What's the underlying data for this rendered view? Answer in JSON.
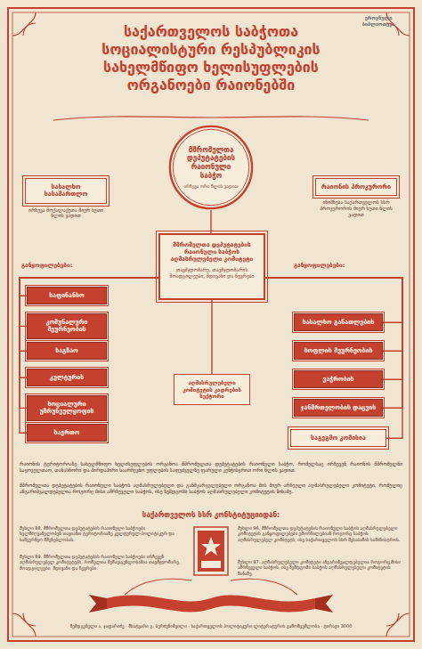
{
  "diagram": {
    "title": "საქართველოს საბჭოთა სოციალისტური რესპუბლიკის სახელმწიფო ხელისუფლების ორგანოები რაიონებში",
    "nodes": [
      {
        "text": [
          "სახალხო სასამართლო",
          "ირჩევა მოქალაქეთა მიერ ხუთი წლის ვადით"
        ]
      },
      {
        "text": [
          "მშრომელთა დეპუტატების რაიონული საბჭო",
          "ირჩევა ორი წლის ვადით"
        ]
      },
      {
        "text": [
          "რაიონის პროკურორი",
          "ინიშნება საქართველოს სსრ პროკურორის მიერ ხუთი წლის ვადით"
        ]
      },
      {
        "text": [
          "მშრომელთა დეპუტატების რაიონული საბჭოს აღმასრულებელი კომიტეტი",
          "თავმჯდომარე, თავმჯდომარის მოადგილეები, მდივანი და წევრები"
        ]
      },
      {
        "text": [
          "საფინანსო"
        ]
      },
      {
        "text": [
          "კომუნალური მეურნეობის"
        ]
      },
      {
        "text": [
          "საგზაო"
        ]
      },
      {
        "text": [
          "კულტურის"
        ]
      },
      {
        "text": [
          "სოციალური უზრუნველყოფის"
        ]
      },
      {
        "text": [
          "საერთო"
        ]
      },
      {
        "text": [
          "აღმასრულებელი კომიტეტის კადრების სექტორი"
        ]
      },
      {
        "text": [
          "სახალხო განათლების"
        ]
      },
      {
        "text": [
          "სოფლის მეურნეობის"
        ]
      },
      {
        "text": [
          "ვაჭრობის"
        ]
      },
      {
        "text": [
          "ჯანმრთელობის დაცვის"
        ]
      },
      {
        "text": [
          "საგეგმო კომისია"
        ]
      }
    ],
    "edges": [
      {
        "from": 1,
        "to": 3,
        "arrow": "none"
      },
      {
        "from": 3,
        "to": 4,
        "arrow": "none"
      },
      {
        "from": 3,
        "to": 5,
        "arrow": "none"
      },
      {
        "from": 3,
        "to": 6,
        "arrow": "none"
      },
      {
        "from": 3,
        "to": 7,
        "arrow": "none"
      },
      {
        "from": 3,
        "to": 8,
        "arrow": "none"
      },
      {
        "from": 3,
        "to": 9,
        "arrow": "none"
      },
      {
        "from": 3,
        "to": 10,
        "arrow": "none"
      },
      {
        "from": 3,
        "to": 11,
        "arrow": "none"
      },
      {
        "from": 3,
        "to": 12,
        "arrow": "none"
      },
      {
        "from": 3,
        "to": 13,
        "arrow": "none"
      },
      {
        "from": 3,
        "to": 14,
        "arrow": "none"
      },
      {
        "from": 3,
        "to": 15,
        "arrow": "none"
      }
    ],
    "labels": [
      "განყოფილებები:",
      "განყოფილებები:",
      "რაიონის ტერიტორიაზე სახელმწიფო ხელისუფლების ორგანოა მშრომელთა დეპუტატების რაიონული საბჭო, რომელსაც ირჩევენ რაიონის მშრომელნი საყოველთაო, თანასწორი და პირდაპირი საარჩევნო უფლების საფუძველზე ფარული კენჭისყრით ორი წლის ვადით.",
      "მშრომელთა დეპუტატების რაიონული საბჭოს აღმასრულებელი და განმკარგულებელი ორგანოა მის მიერ არჩეული აღმასრულებელი კომიტეტი, რომელიც ანგარიშვალდებულია როგორც მისი ამრჩეველი საბჭოს, ისე ზემდგომი საბჭოს აღმასრულებელი კომიტეტის წინაშე.",
      "საქართველოს სსრ კონსტიტუციიდან:",
      "მუხლი 88. მშრომელთა დეპუტატების რაიონული საბჭოები ხელმძღვანელობენ თავიანთ ტერიტორიაზე კულტურულ-პოლიტიკურ და სამეურნეო მშენებლობას.",
      "მუხლი 89. მშრომელთა დეპუტატების რაიონული საბჭოები ირჩევენ აღმასრულებელ კომიტეტებს, რომელთა შემადგენლობაშია თავმჯდომარე, მოადგილეები, მდივანი და წევრები.",
      "მუხლი 96. მშრომელთა დეპუტატების რაიონული საბჭოს აღმასრულებელი კომიტეტის განყოფილებები ემორჩილებიან როგორც საბჭოს აღმასრულებელ კომიტეტს, ისე საქართველოს სსრ შესაბამის სამინისტროს.",
      "მუხლი 97. აღმასრულებელი კომიტეტი ანგარიშვალდებულია როგორც მისი ამრჩეველი საბჭოს, ისე ზემდგომი საბჭოს აღმასრულებელი კომიტეტის წინაშე.",
      "შემდგენელი ა. ჯაფარიძე · მხატვარი გ. ბერძენიშვილი · საქართველოს პოლიტიკური ლიტერატურის გამომცემლობა · ტირაჟი 3000",
      "ეროვნული ბიბლიოთეკა"
    ]
  }
}
